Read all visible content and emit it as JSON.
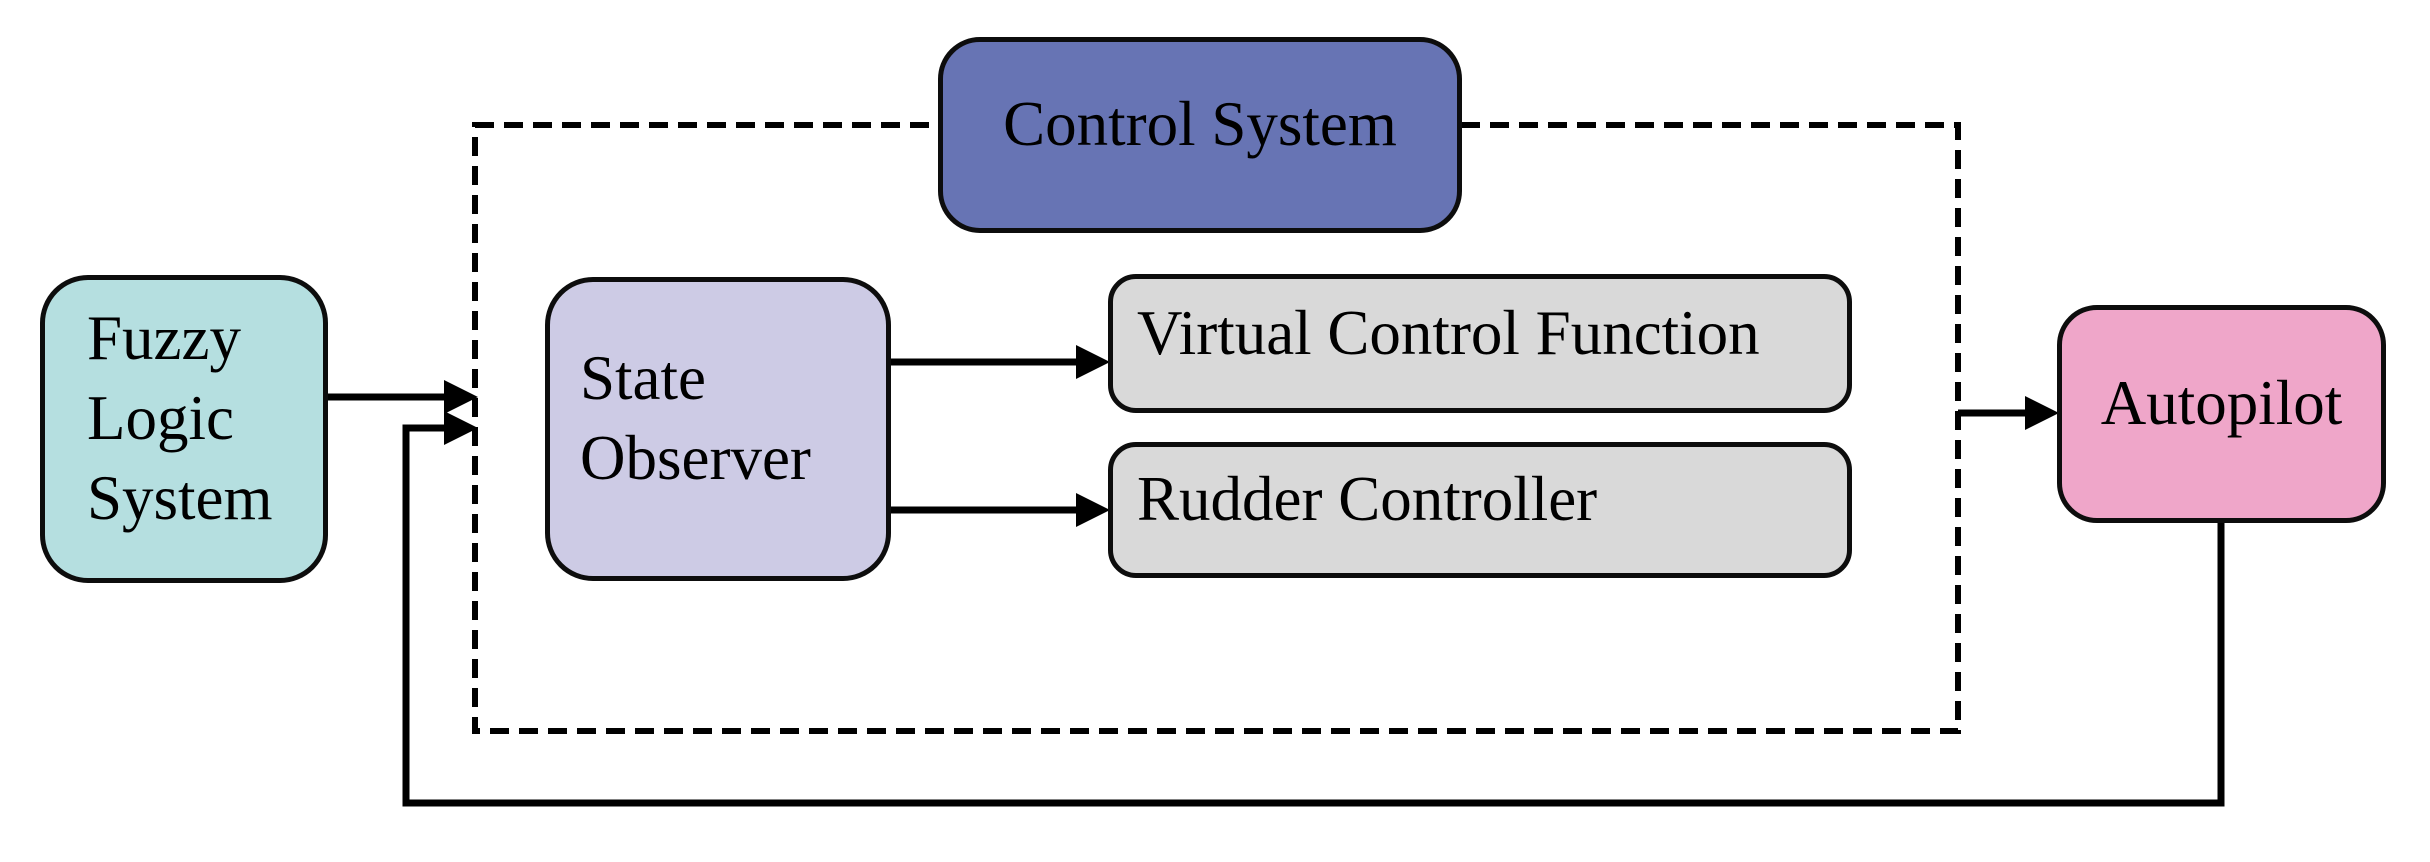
{
  "diagram": {
    "type": "block-diagram",
    "background_color": "#ffffff",
    "line_color": "#000000",
    "border_color": "#0d0d0d",
    "nodes": {
      "fuzzy_logic_system": {
        "label": "Fuzzy Logic System",
        "fill": "#b5dfe0"
      },
      "control_system": {
        "label": "Control System",
        "fill": "#6774b4"
      },
      "state_observer": {
        "label": "State Observer",
        "fill": "#cdcbe5"
      },
      "virtual_control_function": {
        "label": "Virtual Control Function",
        "fill": "#d9d9d9"
      },
      "rudder_controller": {
        "label": "Rudder Controller",
        "fill": "#d9d9d9"
      },
      "autopilot": {
        "label": "Autopilot",
        "fill": "#efa6c9"
      }
    },
    "boundary": {
      "title": "Control System",
      "style": "dashed",
      "contains": [
        "state_observer",
        "virtual_control_function",
        "rudder_controller"
      ]
    },
    "edges": [
      {
        "from": "fuzzy_logic_system",
        "to": "state_observer",
        "style": "solid-arrow"
      },
      {
        "from": "autopilot",
        "to": "state_observer",
        "style": "solid-arrow",
        "kind": "feedback-loop"
      },
      {
        "from": "state_observer",
        "to": "virtual_control_function",
        "style": "solid-arrow"
      },
      {
        "from": "state_observer",
        "to": "rudder_controller",
        "style": "solid-arrow"
      },
      {
        "from": "control_system",
        "to": "autopilot",
        "style": "solid-arrow"
      }
    ]
  }
}
